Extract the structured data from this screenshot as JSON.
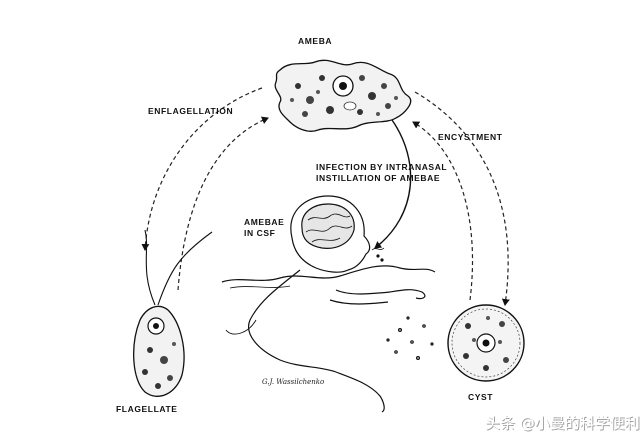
{
  "labels": {
    "ameba": "AMEBA",
    "enflagellation": "ENFLAGELLATION",
    "encystment": "ENCYSTMENT",
    "infection_line1": "INFECTION BY INTRANASAL",
    "infection_line2": "INSTILLATION OF AMEBAE",
    "amebae_csf_line1": "AMEBAE",
    "amebae_csf_line2": "IN CSF",
    "flagellate": "FLAGELLATE",
    "cyst": "CYST"
  },
  "signature": "G.J. Wassilchenko",
  "watermark": "头条 @小曼的科学便利店"
}
